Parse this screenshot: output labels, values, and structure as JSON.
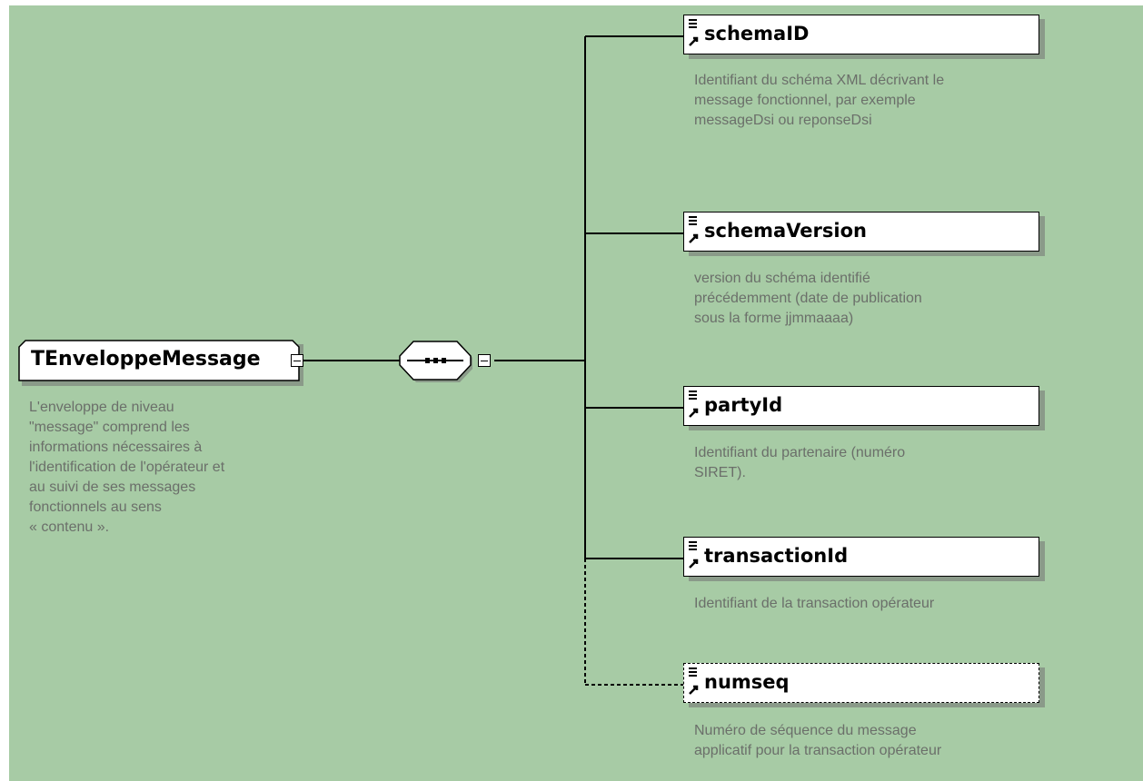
{
  "root": {
    "name": "TEnveloppeMessage",
    "description": "L'enveloppe de niveau\n\"message\" comprend les\ninformations nécessaires à\nl'identification de l'opérateur et\nau suivi de ses messages\nfonctionnels au sens\n« contenu »."
  },
  "compositor": {
    "type": "sequence",
    "collapsed": false
  },
  "elements": [
    {
      "name": "schemaID",
      "optional": false,
      "description": "Identifiant du schéma XML décrivant le\nmessage fonctionnel, par exemple\nmessageDsi ou reponseDsi"
    },
    {
      "name": "schemaVersion",
      "optional": false,
      "description": "version du schéma identifié\nprécédemment (date de publication\nsous la forme jjmmaaaa)"
    },
    {
      "name": "partyId",
      "optional": false,
      "description": "Identifiant du partenaire (numéro\nSIRET)."
    },
    {
      "name": "transactionId",
      "optional": false,
      "description": "Identifiant de la transaction opérateur"
    },
    {
      "name": "numseq",
      "optional": true,
      "description": "Numéro de séquence du message\napplicatif pour la transaction opérateur"
    }
  ],
  "colors": {
    "background": "#a7cba5",
    "box_fill": "#ffffff",
    "shadow": "#8a9a89",
    "line": "#000000",
    "description_text": "#6b6f6a"
  }
}
